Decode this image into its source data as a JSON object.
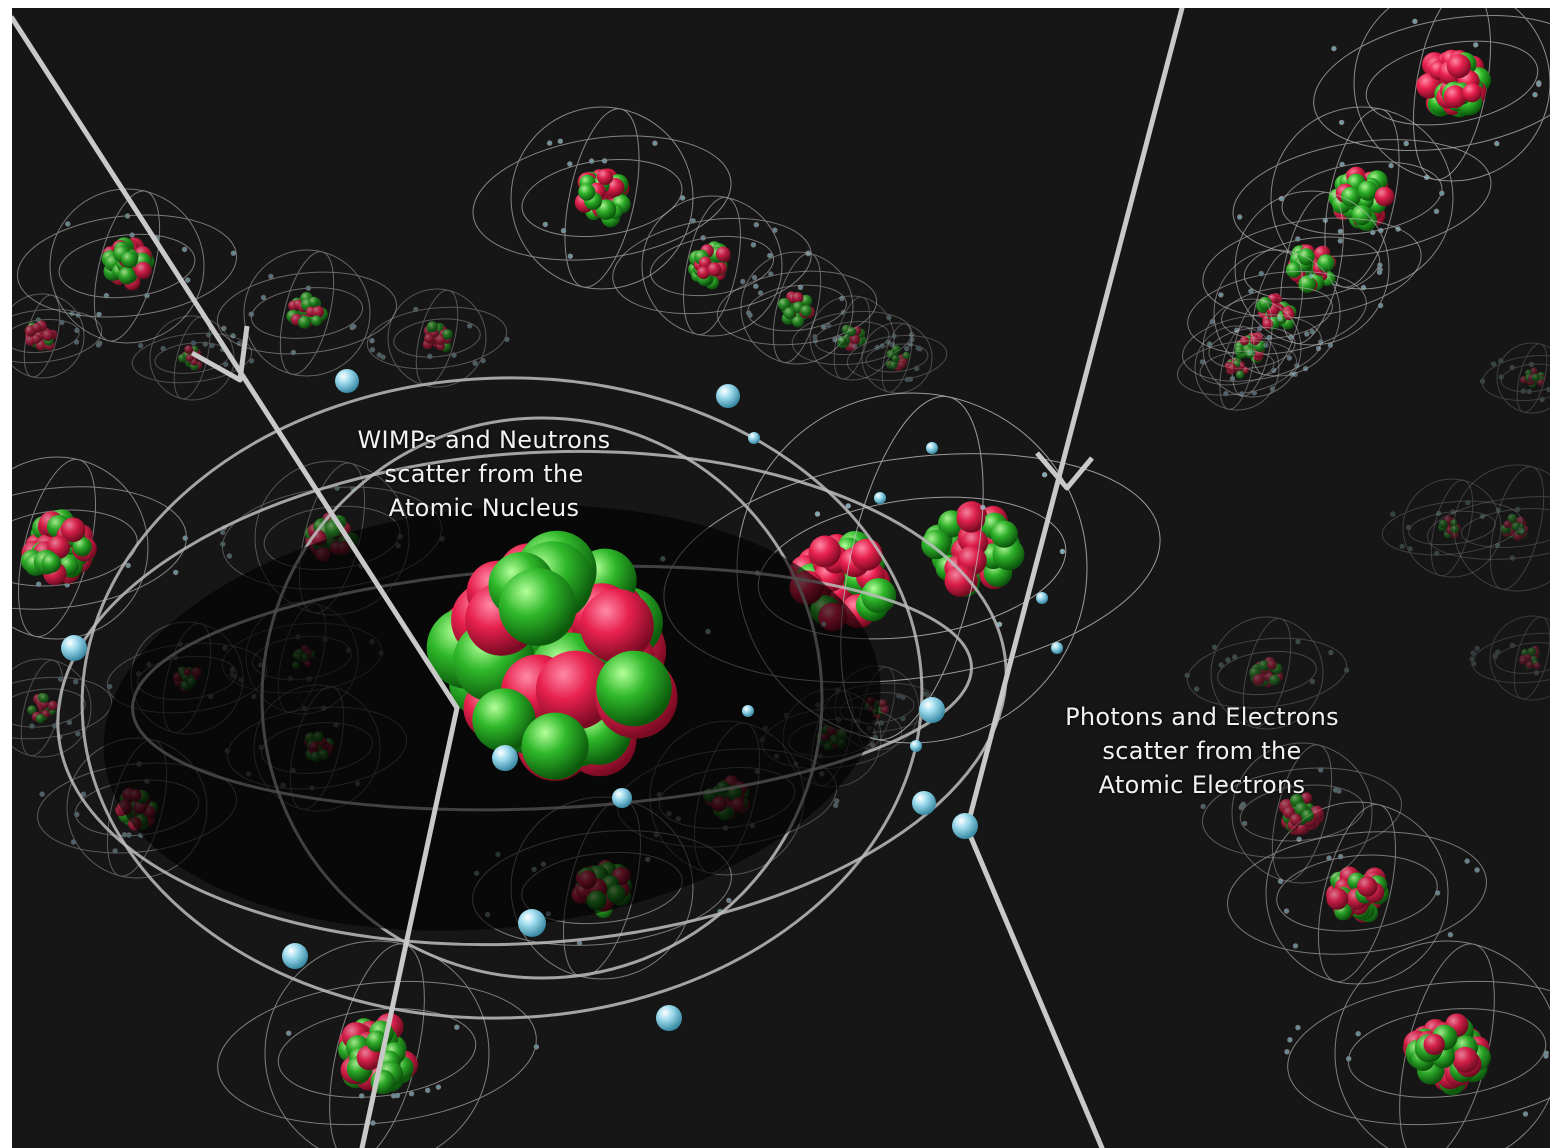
{
  "labels": {
    "nucleus": {
      "line1": "WIMPs and Neutrons",
      "line2": "scatter from the",
      "line3": "Atomic Nucleus"
    },
    "electrons": {
      "line1": "Photons and Electrons",
      "line2": "scatter from the",
      "line3": "Atomic Electrons"
    }
  },
  "colors": {
    "background": "#161616",
    "proton": "#e8214e",
    "neutron": "#2fb82a",
    "electron": "#8fd3e6",
    "orbit": "#bdbdbd",
    "track": "#c9c9c9",
    "text": "#f2f2f2"
  }
}
